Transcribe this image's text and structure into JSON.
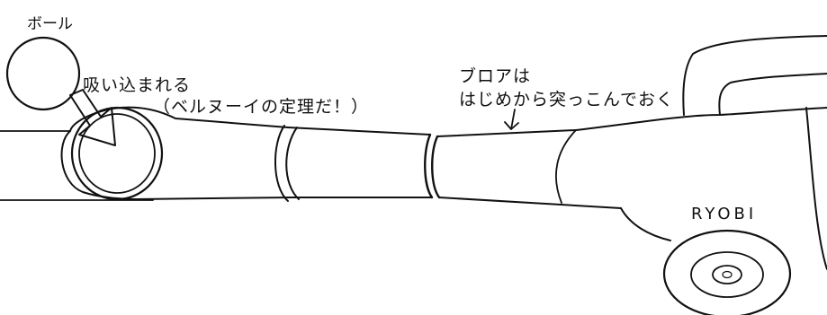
{
  "labels": {
    "ball": "ボール",
    "sucked_in": "吸い込まれる",
    "bernoulli": "（ベルヌーイの定理だ！）",
    "blower": "ブロアは",
    "insert_note": "はじめから突っこんでおく",
    "brand": "RYOBI"
  },
  "icons": {
    "arrow": "arrow-down-right-icon",
    "pointer": "arrow-down-icon"
  },
  "colors": {
    "ink": "#111111",
    "background": "#ffffff"
  }
}
